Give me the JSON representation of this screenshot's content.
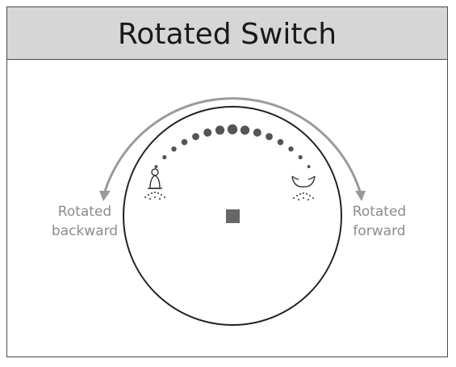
{
  "title": "Rotated Switch",
  "labels": {
    "backward_line1": "Rotated",
    "backward_line2": "backward",
    "forward_line1": "Rotated",
    "forward_line2": "forward"
  },
  "icons": {
    "left": "user-bell-icon",
    "right": "hand-gesture-icon",
    "center": "square-indicator-icon"
  },
  "colors": {
    "arrow": "#9a9a9a",
    "dots": "#555555",
    "dial_border": "#222222",
    "header_bg": "#d6d6d6"
  },
  "indicator": {
    "dot_count": 15
  }
}
